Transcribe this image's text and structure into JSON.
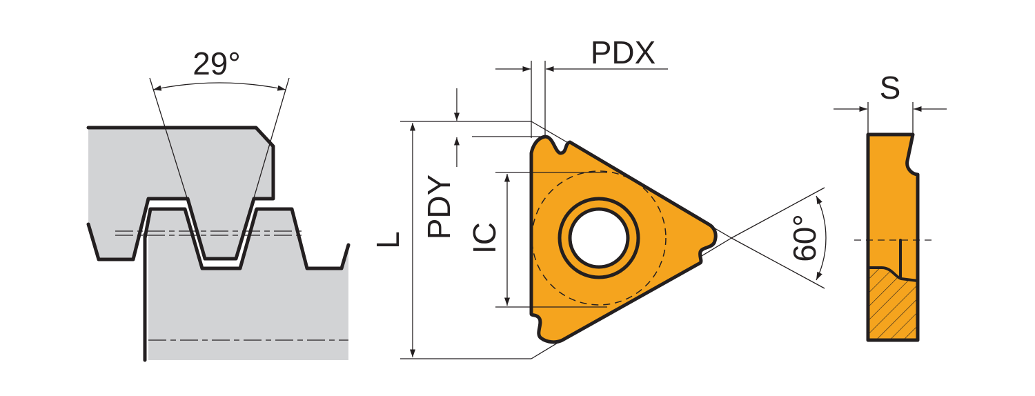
{
  "labels": {
    "thread_angle": "29°",
    "pdx": "PDX",
    "pdy": "PDY",
    "length": "L",
    "inscribed_circle": "IC",
    "insert_angle": "60°",
    "thickness": "S"
  },
  "colors": {
    "insert": "#f5a41e",
    "workpiece": "#d2d3d5",
    "line": "#231f20"
  }
}
